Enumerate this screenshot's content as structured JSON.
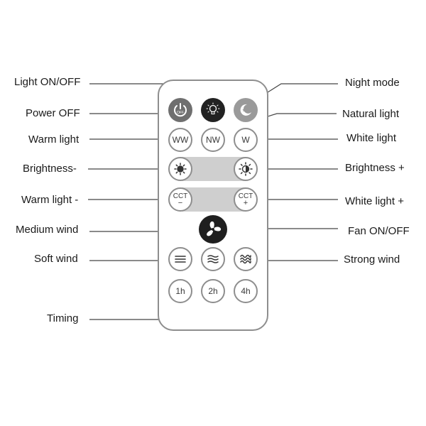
{
  "labels": {
    "light_onoff": "Light ON/OFF",
    "power_off": "Power OFF",
    "warm_light": "Warm light",
    "brightness_minus": "Brightness-",
    "warm_light_minus": "Warm light -",
    "medium_wind": "Medium wind",
    "soft_wind": "Soft wind",
    "timing": "Timing",
    "night_mode": "Night mode",
    "natural_light": "Natural light",
    "white_light": "White light",
    "brightness_plus": "Brightness +",
    "white_light_plus": "White light +",
    "fan_onoff": "Fan ON/OFF",
    "strong_wind": "Strong wind"
  },
  "buttons": {
    "power_off": "OFF",
    "ww": "WW",
    "nw": "NW",
    "w": "W",
    "cct_minus_top": "CCT",
    "cct_minus_sign": "−",
    "cct_plus_top": "CCT",
    "cct_plus_sign": "+",
    "timer_1": "1h",
    "timer_2": "2h",
    "timer_4": "4h"
  },
  "icons": {
    "power": "power-off-icon",
    "light": "light-bulb-icon",
    "night": "moon-star-icon",
    "brightness_minus": "brightness-down-icon",
    "brightness_plus": "brightness-up-icon",
    "fan": "fan-icon",
    "soft_wind": "soft-wind-icon",
    "medium_wind": "medium-wind-icon",
    "strong_wind": "strong-wind-icon"
  },
  "colors": {
    "outline": "#8e8e8e",
    "band": "#cfcfcf",
    "dark_button": "#222222",
    "grey_button": "#6f6f6f"
  }
}
